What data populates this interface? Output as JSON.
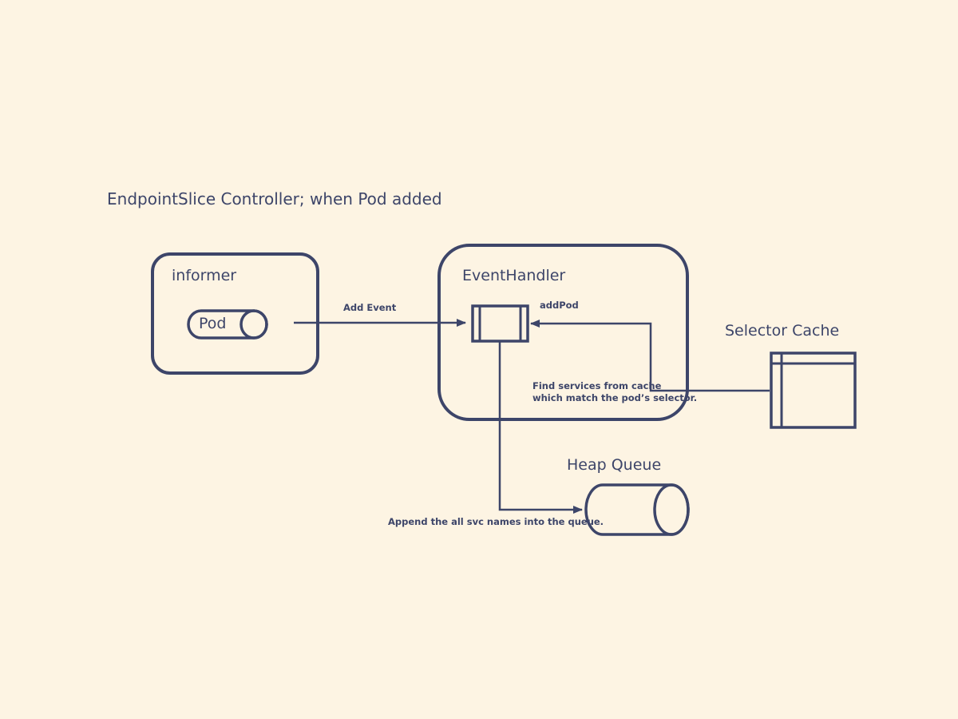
{
  "diagram": {
    "title": "EndpointSlice Controller; when Pod added",
    "informer": {
      "label": "informer",
      "pod_label": "Pod"
    },
    "event_handler": {
      "label": "EventHandler",
      "method_label": "addPod"
    },
    "selector_cache": {
      "label": "Selector Cache"
    },
    "heap_queue": {
      "label": "Heap Queue"
    },
    "edges": {
      "add_event": "Add Event",
      "find_services_line1": "Find services from cache",
      "find_services_line2": "which match the pod’s selector.",
      "append": "Append the all svc names into the queue."
    },
    "colors": {
      "background": "#fdf4e3",
      "stroke": "#3d4569"
    }
  }
}
